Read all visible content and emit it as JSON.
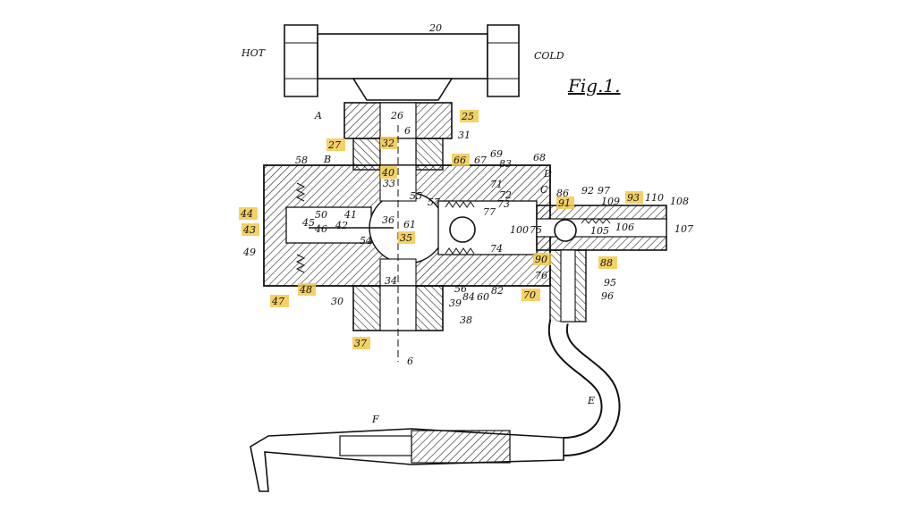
{
  "figure": {
    "title": "Fig.1.",
    "highlight_color": "#f2c94c",
    "labels": {
      "hot": "HOT",
      "cold": "COLD",
      "n20": "20",
      "A": "A",
      "n26": "26",
      "n25": "25",
      "n6a": "6",
      "n6b": "6",
      "n27": "27",
      "n32": "32",
      "n31": "31",
      "n66": "66",
      "n67": "67",
      "n69": "69",
      "n83": "83",
      "n68": "68",
      "D": "D",
      "n58": "58",
      "B": "B",
      "n40": "40",
      "n33": "33",
      "n71": "71",
      "n72": "72",
      "n73": "73",
      "n77": "77",
      "C": "C",
      "n86": "86",
      "n92": "92",
      "n97": "97",
      "n93": "93",
      "n110": "110",
      "n108": "108",
      "n91": "91",
      "n109": "109",
      "n44": "44",
      "n50": "50",
      "n41": "41",
      "n42": "42",
      "n36": "36",
      "n61": "61",
      "n55": "55",
      "n57": "57",
      "n45": "45",
      "n46": "46",
      "n43": "43",
      "n35": "35",
      "n100": "100",
      "n75": "75",
      "n106": "106",
      "n105": "105",
      "n107": "107",
      "n49": "49",
      "n54": "54",
      "n74": "74",
      "n90": "90",
      "n88": "88",
      "n76": "76",
      "n47": "47",
      "n48": "48",
      "n30": "30",
      "n34": "34",
      "n56": "56",
      "n84": "84",
      "n60": "60",
      "n82": "82",
      "n70": "70",
      "n95": "95",
      "n96": "96",
      "n39": "39",
      "n38": "38",
      "n37": "37",
      "E": "E",
      "F": "F"
    }
  }
}
